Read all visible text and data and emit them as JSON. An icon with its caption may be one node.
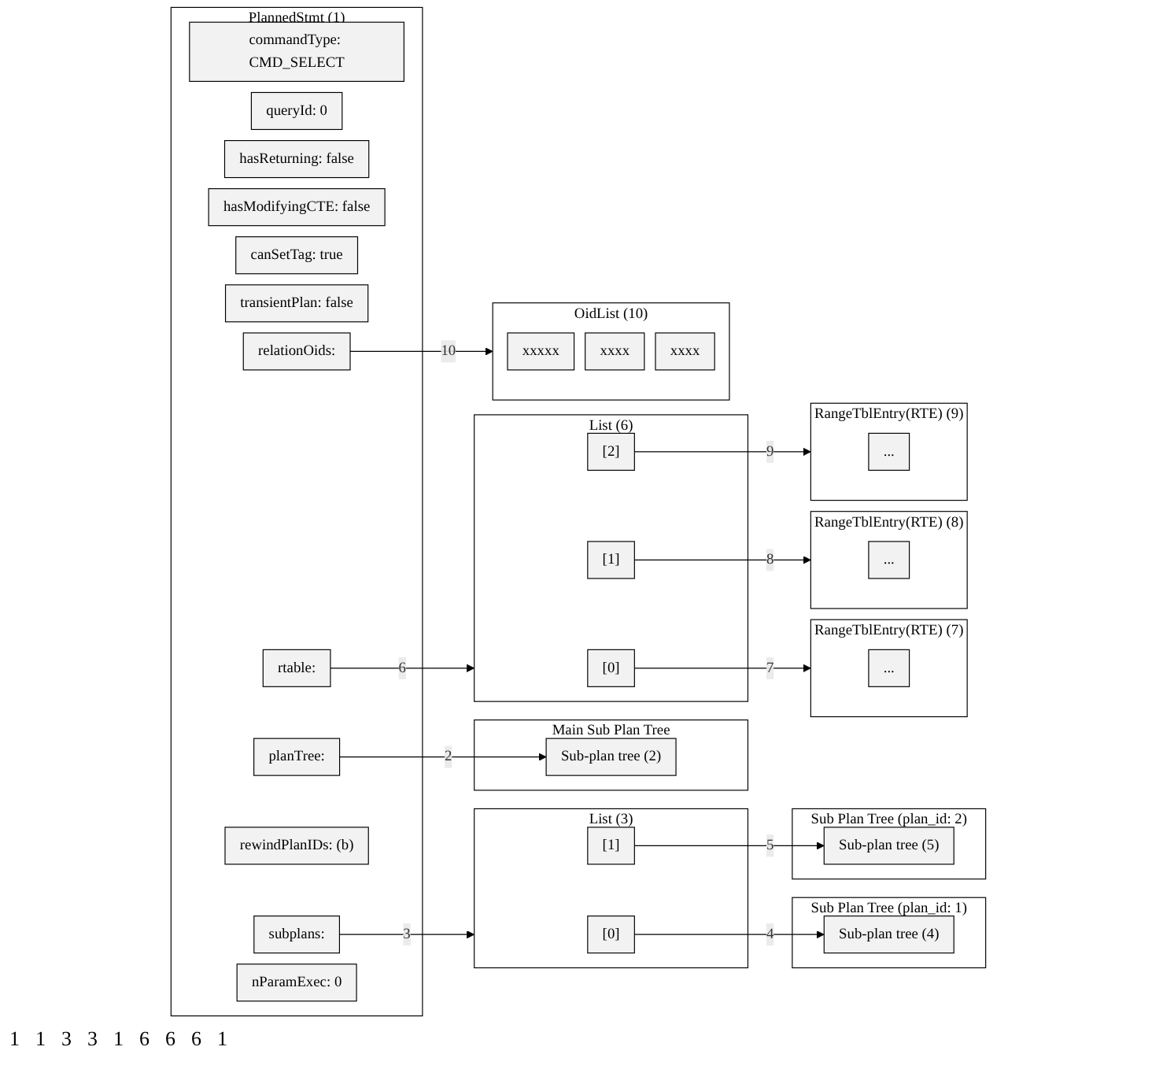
{
  "diagram": {
    "nodes": [
      {
        "text": [
          "PlannedStmt (1)"
        ]
      },
      {
        "text": [
          "commandType: CMD_SELECT"
        ],
        "in": 0
      },
      {
        "text": [
          "queryId: 0"
        ],
        "in": 0
      },
      {
        "text": [
          "hasReturning: false"
        ],
        "in": 0
      },
      {
        "text": [
          "hasModifyingCTE: false"
        ],
        "in": 0
      },
      {
        "text": [
          "canSetTag: true"
        ],
        "in": 0
      },
      {
        "text": [
          "transientPlan: false"
        ],
        "in": 0
      },
      {
        "text": [
          "planTree:"
        ],
        "in": 0
      },
      {
        "text": [
          "rtable:"
        ],
        "in": 0
      },
      {
        "text": [
          "subplans:"
        ],
        "in": 0
      },
      {
        "text": [
          "rewindPlanIDs: (b)"
        ],
        "in": 0
      },
      {
        "text": [
          "relationOids:"
        ],
        "in": 0
      },
      {
        "text": [
          "nParamExec: 0"
        ],
        "in": 0
      },
      {
        "text": [
          "Main Sub Plan Tree"
        ]
      },
      {
        "text": [
          "Sub-plan tree (2)"
        ],
        "in": 13
      },
      {
        "text": [
          "List (3)"
        ]
      },
      {
        "text": [
          "[0]"
        ],
        "in": 15
      },
      {
        "text": [
          "[1]"
        ],
        "in": 15
      },
      {
        "text": [
          "Sub Plan Tree (plan_id: 1)"
        ]
      },
      {
        "text": [
          "Sub-plan tree (4)"
        ],
        "in": 18
      },
      {
        "text": [
          "Sub Plan Tree (plan_id: 2)"
        ]
      },
      {
        "text": [
          "Sub-plan tree (5)"
        ],
        "in": 20
      },
      {
        "text": [
          "List (6)"
        ]
      },
      {
        "text": [
          "[0]"
        ],
        "in": 22
      },
      {
        "text": [
          "[1]"
        ],
        "in": 22
      },
      {
        "text": [
          "[2]"
        ],
        "in": 22
      },
      {
        "text": [
          "RangeTblEntry(RTE) (7)"
        ]
      },
      {
        "text": [
          "..."
        ],
        "in": 26
      },
      {
        "text": [
          "RangeTblEntry(RTE) (8)"
        ]
      },
      {
        "text": [
          "..."
        ],
        "in": 28
      },
      {
        "text": [
          "RangeTblEntry(RTE) (9)"
        ]
      },
      {
        "text": [
          "..."
        ],
        "in": 30
      },
      {
        "text": [
          "OidList (10)"
        ]
      },
      {
        "text": [
          "xxxxx"
        ],
        "in": 32
      },
      {
        "text": [
          "xxxx"
        ],
        "in": 32
      },
      {
        "text": [
          "xxxx"
        ],
        "in": 32
      }
    ],
    "edges": [
      {
        "from": 7,
        "to": 14,
        "arrow": "to",
        "label": "2"
      },
      {
        "from": 9,
        "to": 15,
        "arrow": "to",
        "label": "3"
      },
      {
        "from": 16,
        "to": 19,
        "arrow": "to",
        "label": "4"
      },
      {
        "from": 17,
        "to": 21,
        "arrow": "to",
        "label": "5"
      },
      {
        "from": 8,
        "to": 22,
        "arrow": "to",
        "label": "6"
      },
      {
        "from": 23,
        "to": 26,
        "arrow": "to",
        "label": "7"
      },
      {
        "from": 24,
        "to": 28,
        "arrow": "to",
        "label": "8"
      },
      {
        "from": 25,
        "to": 30,
        "arrow": "to",
        "label": "9"
      },
      {
        "from": 11,
        "to": 32,
        "arrow": "to",
        "label": "10"
      }
    ],
    "labels": [
      "1",
      "1",
      "3",
      "3",
      "1",
      "6",
      "6",
      "6",
      "1"
    ]
  }
}
